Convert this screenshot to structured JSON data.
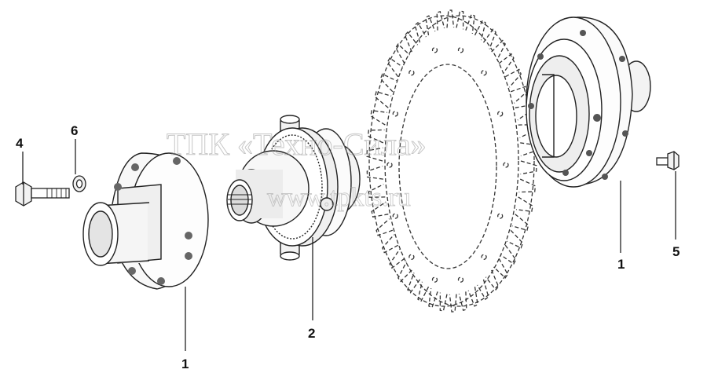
{
  "watermark": {
    "line1": "ТПК «Техно-Сила»",
    "line2": "www.tpkts.ru"
  },
  "callouts": [
    {
      "id": "left-housing",
      "label": "1"
    },
    {
      "id": "gear-cage",
      "label": "2"
    },
    {
      "id": "right-housing",
      "label": "1"
    },
    {
      "id": "bolt",
      "label": "4"
    },
    {
      "id": "washer",
      "label": "6"
    },
    {
      "id": "screw",
      "label": "5"
    }
  ]
}
